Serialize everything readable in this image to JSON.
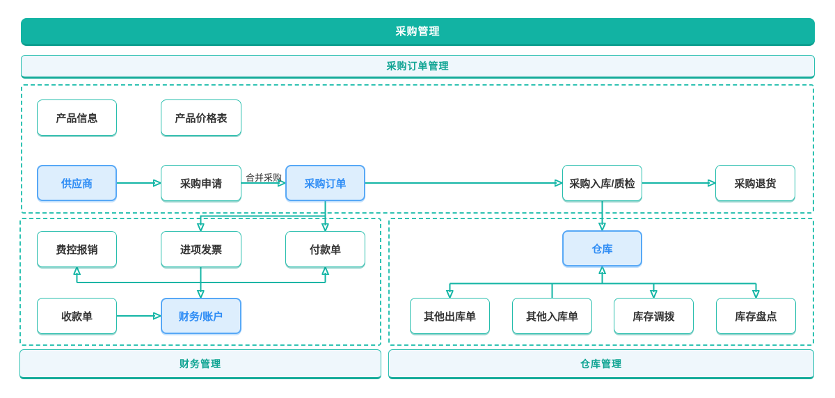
{
  "title_bar": {
    "label": "采购管理"
  },
  "subtitle_bar": {
    "label": "采购订单管理"
  },
  "footer_bars": {
    "finance": {
      "label": "财务管理"
    },
    "warehouse": {
      "label": "仓库管理"
    }
  },
  "nodes": {
    "product_info": {
      "label": "产品信息",
      "style": "normal"
    },
    "product_price_list": {
      "label": "产品价格表",
      "style": "normal"
    },
    "supplier": {
      "label": "供应商",
      "style": "highlight"
    },
    "purchase_request": {
      "label": "采购申请",
      "style": "normal"
    },
    "purchase_order": {
      "label": "采购订单",
      "style": "highlight"
    },
    "purchase_inbound_qc": {
      "label": "采购入库/质检",
      "style": "normal"
    },
    "purchase_return": {
      "label": "采购退货",
      "style": "normal"
    },
    "expense_reimbursement": {
      "label": "费控报销",
      "style": "normal"
    },
    "input_invoice": {
      "label": "进项发票",
      "style": "normal"
    },
    "payment_slip": {
      "label": "付款单",
      "style": "normal"
    },
    "receipt_slip": {
      "label": "收款单",
      "style": "normal"
    },
    "finance_account": {
      "label": "财务/账户",
      "style": "highlight"
    },
    "warehouse": {
      "label": "仓库",
      "style": "highlight"
    },
    "other_outbound": {
      "label": "其他出库单",
      "style": "normal"
    },
    "other_inbound": {
      "label": "其他入库单",
      "style": "normal"
    },
    "stock_transfer": {
      "label": "库存调拨",
      "style": "normal"
    },
    "stock_count": {
      "label": "库存盘点",
      "style": "normal"
    }
  },
  "edge_labels": {
    "merge_purchase": "合并采购"
  },
  "edges": [
    {
      "from": "supplier",
      "to": "purchase_request"
    },
    {
      "from": "purchase_request",
      "to": "purchase_order",
      "label": "合并采购"
    },
    {
      "from": "purchase_order",
      "to": "purchase_inbound_qc"
    },
    {
      "from": "purchase_inbound_qc",
      "to": "purchase_return"
    },
    {
      "from": "purchase_inbound_qc",
      "to": "warehouse"
    },
    {
      "from": "purchase_order",
      "to": "input_invoice"
    },
    {
      "from": "purchase_order",
      "to": "payment_slip"
    },
    {
      "from": "input_invoice",
      "to": "finance_account"
    },
    {
      "from": "finance_account",
      "to": "expense_reimbursement"
    },
    {
      "from": "finance_account",
      "to": "payment_slip"
    },
    {
      "from": "receipt_slip",
      "to": "finance_account"
    },
    {
      "from": "warehouse",
      "to": "other_outbound"
    },
    {
      "from": "other_inbound",
      "to": "warehouse"
    },
    {
      "from": "warehouse",
      "to": "stock_transfer"
    },
    {
      "from": "warehouse",
      "to": "stock_count"
    }
  ],
  "colors": {
    "teal_fill": "#12b3a3",
    "teal_border": "#25bdac",
    "teal_text": "#10a493",
    "dashed_border": "#2fc2b2",
    "light_bar_bg": "#eff7fc",
    "highlight_bg": "#ddeefd",
    "highlight_border": "#57a8f6",
    "highlight_text": "#2f8df5",
    "node_text": "#333333",
    "arrow": "#13b5a5"
  }
}
